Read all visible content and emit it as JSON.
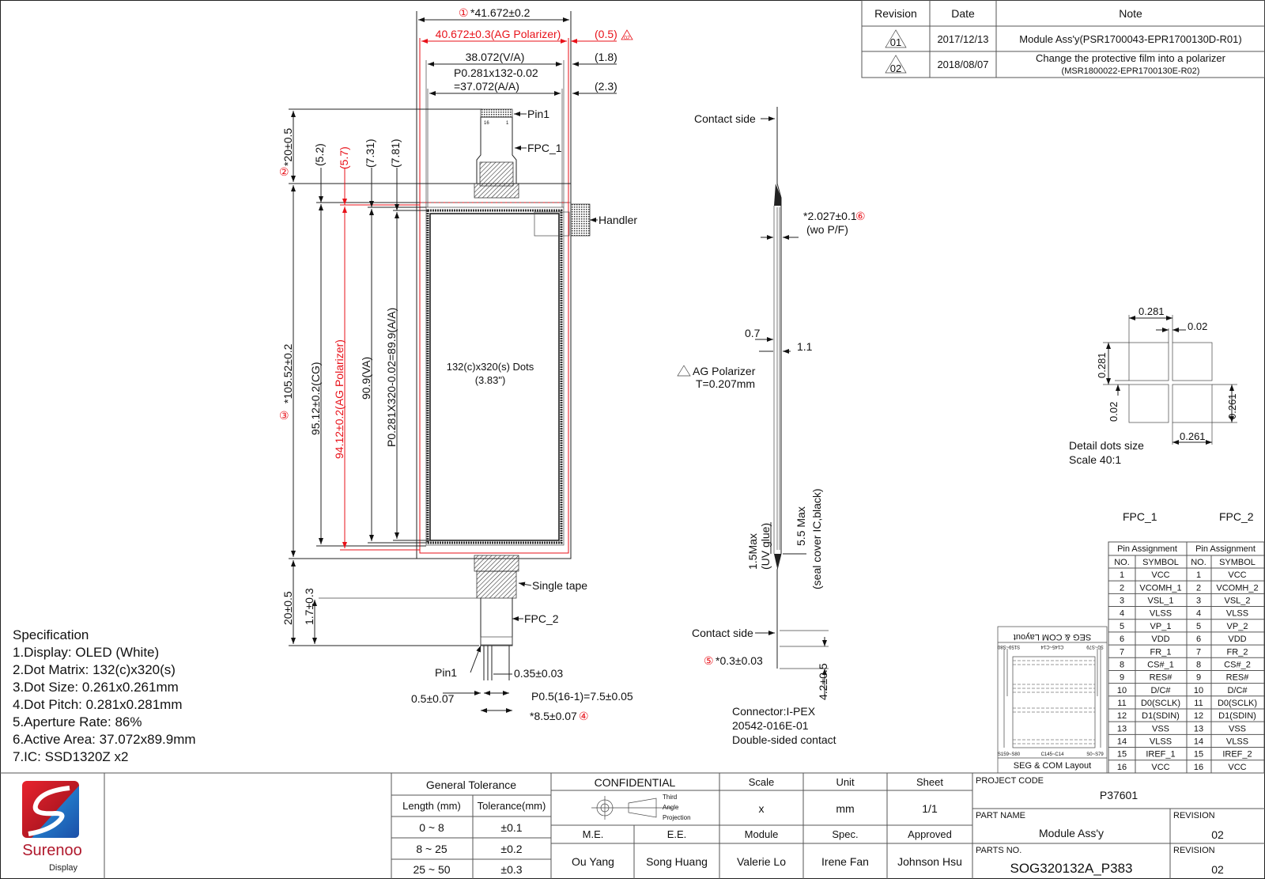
{
  "revisions": {
    "headers": [
      "Revision",
      "Date",
      "Note"
    ],
    "rows": [
      {
        "rev": "01",
        "date": "2017/12/13",
        "note": "Module Ass'y(PSR1700043-EPR1700130D-R01)",
        "note2": ""
      },
      {
        "rev": "02",
        "date": "2018/08/07",
        "note": "Change the protective film into a polarizer",
        "note2": "(MSR1800022-EPR1700130E-R02)"
      }
    ]
  },
  "front_view": {
    "overall_width": "*41.672±0.2",
    "overall_width_marker": "①",
    "polarizer_width": "40.672±0.3(AG Polarizer)",
    "polarizer_offset": "(0.5)",
    "rev_marker": "02",
    "va_width": "38.072(V/A)",
    "va_offset": "(1.8)",
    "aa_width_line1": "P0.281x132-0.02",
    "aa_width_line2": "=37.072(A/A)",
    "aa_offset": "(2.3)",
    "pin1_top": "Pin1",
    "fpc1": "FPC_1",
    "handler": "Handler",
    "fpc_top_height": "*20±0.5",
    "fpc_top_marker": "②",
    "dim_5_2": "(5.2)",
    "dim_5_7": "(5.7)",
    "dim_7_31": "(7.31)",
    "dim_7_81": "(7.81)",
    "overall_height": "*105.52±0.2",
    "overall_height_marker": "③",
    "cg_height": "95.12±0.2(CG)",
    "polarizer_height": "94.12±0.2(AG Polarizer)",
    "va_height": "90.9(VA)",
    "aa_height": "P0.281X320-0.02=89.9(A/A)",
    "dots": "132(c)x320(s) Dots",
    "diagonal": "(3.83\")",
    "single_tape": "Single tape",
    "fpc_bottom_height": "20±0.5",
    "fpc_bend": "1.7±0.3",
    "fpc2": "FPC_2",
    "pin1_bottom": "Pin1",
    "pin_width": "0.35±0.03",
    "pin_margin": "0.5±0.07",
    "pin_pitch": "P0.5(16-1)=7.5±0.05",
    "fpc_width": "*8.5±0.07",
    "fpc_width_marker": "④",
    "fpc_pin_labels": [
      "16",
      "1"
    ]
  },
  "side_view": {
    "contact_top": "Contact side",
    "thickness": "*2.027±0.1",
    "thickness_marker": "⑥",
    "thickness_note": "(wo P/F)",
    "dim_0_7": "0.7",
    "dim_1_1": "1.1",
    "polarizer_label": "AG Polarizer",
    "polarizer_thickness": "T=0.207mm",
    "uv_glue_1": "1.5Max",
    "uv_glue_2": "(UV glue)",
    "ic_1": "5.5 Max",
    "ic_2": "(seal cover IC,black)",
    "contact_bottom": "Contact side",
    "fpc_thickness": "*0.3±0.03",
    "fpc_thickness_marker": "⑤",
    "fpc_length": "4.2±0.5",
    "connector_1": "Connector:I-PEX",
    "connector_2": "20542-016E-01",
    "connector_3": "Double-sided contact"
  },
  "detail": {
    "pitch_h": "0.281",
    "gap_h": "0.02",
    "pitch_v": "0.281",
    "gap_v": "0.02",
    "dot_v": "0.261",
    "dot_h": "0.261",
    "caption_1": "Detail dots size",
    "caption_2": "Scale 40:1"
  },
  "pins": {
    "fpc1_label": "FPC_1",
    "fpc2_label": "FPC_2",
    "group_header": "Pin Assignment",
    "no_header": "NO.",
    "symbol_header": "SYMBOL",
    "fpc1": [
      "VCC",
      "VCOMH_1",
      "VSL_1",
      "VLSS",
      "VP_1",
      "VDD",
      "FR_1",
      "CS#_1",
      "RES#",
      "D/C#",
      "D0(SCLK)",
      "D1(SDIN)",
      "VSS",
      "VLSS",
      "IREF_1",
      "VCC"
    ],
    "fpc2": [
      "VCC",
      "VCOMH_2",
      "VSL_2",
      "VLSS",
      "VP_2",
      "VDD",
      "FR_2",
      "CS#_2",
      "RES#",
      "D/C#",
      "D0(SCLK)",
      "D1(SDIN)",
      "VSS",
      "VLSS",
      "IREF_2",
      "VCC"
    ],
    "numbers": [
      "1",
      "2",
      "3",
      "4",
      "5",
      "6",
      "7",
      "8",
      "9",
      "10",
      "11",
      "12",
      "13",
      "14",
      "15",
      "16"
    ]
  },
  "seg_layout": {
    "title": "SEG & COM Layout",
    "mirrored_title": "SEG & COM Layout",
    "bottom_labels": [
      "S159~S80",
      "C145~C14",
      "S0~S79"
    ],
    "top_labels": [
      "S0~S79",
      "C145~C14",
      "S159~S80"
    ]
  },
  "specification": {
    "title": "Specification",
    "items": [
      "1.Display: OLED (White)",
      "2.Dot Matrix: 132(c)x320(s)",
      "3.Dot Size: 0.261x0.261mm",
      "4.Dot Pitch: 0.281x0.281mm",
      "5.Aperture Rate: 86%",
      "6.Active Area: 37.072x89.9mm",
      "7.IC: SSD1320Z x2"
    ]
  },
  "title_block": {
    "logo_name": "Surenoo",
    "logo_sub": "Display",
    "general_tolerance": "General Tolerance",
    "length_header": "Length (mm)",
    "tolerance_header": "Tolerance(mm)",
    "tolerances": [
      {
        "range": "0 ~ 8",
        "tol": "±0.1"
      },
      {
        "range": "8 ~ 25",
        "tol": "±0.2"
      },
      {
        "range": "25 ~ 50",
        "tol": "±0.3"
      }
    ],
    "confidential": "CONFIDENTIAL",
    "projection": [
      "Third",
      "Angle",
      "Projection"
    ],
    "scale_label": "Scale",
    "scale_value": "x",
    "unit_label": "Unit",
    "unit_value": "mm",
    "sheet_label": "Sheet",
    "sheet_value": "1/1",
    "roles": [
      "M.E.",
      "E.E.",
      "Module",
      "Spec.",
      "Approved"
    ],
    "names": [
      "Ou Yang",
      "Song Huang",
      "Valerie Lo",
      "Irene Fan",
      "Johnson Hsu"
    ],
    "project_code_label": "PROJECT CODE",
    "project_code": "P37601",
    "part_name_label": "PART NAME",
    "part_name": "Module Ass'y",
    "revision_label": "REVISION",
    "revision": "02",
    "parts_no_label": "PARTS NO.",
    "parts_no": "SOG320132A_P383",
    "revision_label_2": "REVISION",
    "revision_2": "02"
  },
  "colors": {
    "accent_red": "#e8121a",
    "line": "#222222",
    "logo_red": "#c0182a",
    "logo_blue": "#1f6fc4"
  }
}
